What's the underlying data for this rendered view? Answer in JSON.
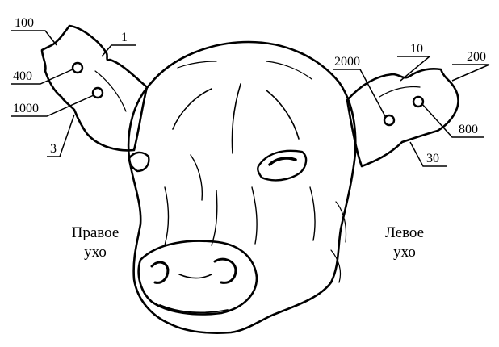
{
  "ear_marks": {
    "right_ear": {
      "top_notch": "100",
      "upper_edge": "1",
      "upper_hole": "400",
      "lower_hole": "1000",
      "lower_edge": "3"
    },
    "left_ear": {
      "hole_left": "2000",
      "upper_edge": "10",
      "tip_notch": "200",
      "hole_right": "800",
      "lower_edge": "30"
    }
  },
  "labels": {
    "right_ear_line1": "Правое",
    "right_ear_line2": "ухо",
    "left_ear_line1": "Левое",
    "left_ear_line2": "ухо"
  }
}
